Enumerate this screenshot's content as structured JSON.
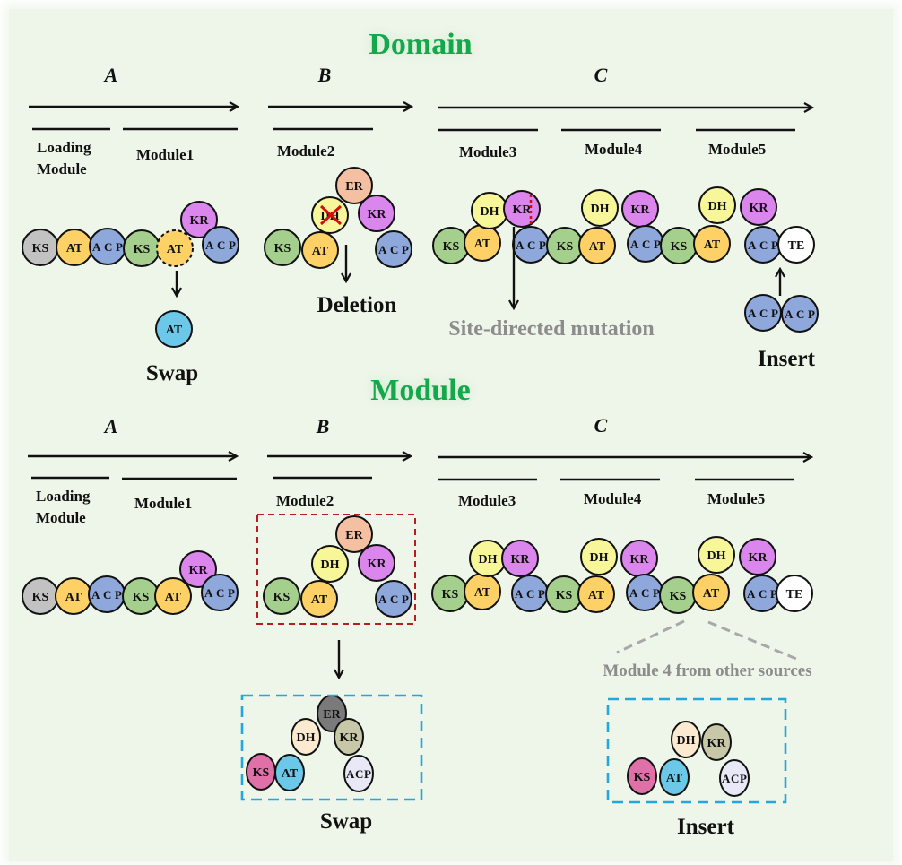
{
  "colors": {
    "background": "#eef6ea",
    "title_green": "#14a84c",
    "KS": "#a5cf8d",
    "KS_loading": "#c2c2c2",
    "AT": "#fdd166",
    "ACP": "#8ea8dc",
    "KR": "#db86ec",
    "DH": "#f7f79a",
    "ER": "#f5bfa2",
    "TE": "#ffffff",
    "AT_swap": "#6cc8e8",
    "KS_foreign": "#e070a8",
    "AT_foreign": "#6cc8e8",
    "DH_foreign": "#fbead0",
    "ER_foreign": "#7a7a7a",
    "KR_foreign": "#c8c8a8",
    "ACP_foreign": "#e8e8f6",
    "red_box": "#b81c1c",
    "blue_box": "#22a8dc",
    "gray_text": "#8c8c8c",
    "red_mark": "#d01010"
  },
  "domain_panel": {
    "title": "Domain",
    "segments": [
      {
        "letter": "A",
        "modules": [
          "Loading Module",
          "Module1"
        ]
      },
      {
        "letter": "B",
        "modules": [
          "Module2"
        ]
      },
      {
        "letter": "C",
        "modules": [
          "Module3",
          "Module4",
          "Module5"
        ]
      }
    ],
    "loading_label_line1": "Loading",
    "loading_label_line2": "Module",
    "actions": {
      "swap": "Swap",
      "deletion": "Deletion",
      "mutation": "Site-directed mutation",
      "insert": "Insert"
    },
    "swap_domain": "AT",
    "deleted_domain": "DH",
    "insert_domains": [
      "ACP",
      "ACP"
    ]
  },
  "module_panel": {
    "title": "Module",
    "segments": [
      {
        "letter": "A",
        "modules": [
          "Loading Module",
          "Module1"
        ]
      },
      {
        "letter": "B",
        "modules": [
          "Module2"
        ]
      },
      {
        "letter": "C",
        "modules": [
          "Module3",
          "Module4",
          "Module5"
        ]
      }
    ],
    "loading_label_line1": "Loading",
    "loading_label_line2": "Module",
    "foreign_note": "Module 4 from other sources",
    "actions": {
      "swap": "Swap",
      "insert": "Insert"
    }
  },
  "domains": {
    "KS": "KS",
    "AT": "AT",
    "ACP": "ACP",
    "KR": "KR",
    "DH": "DH",
    "ER": "ER",
    "TE": "TE"
  }
}
